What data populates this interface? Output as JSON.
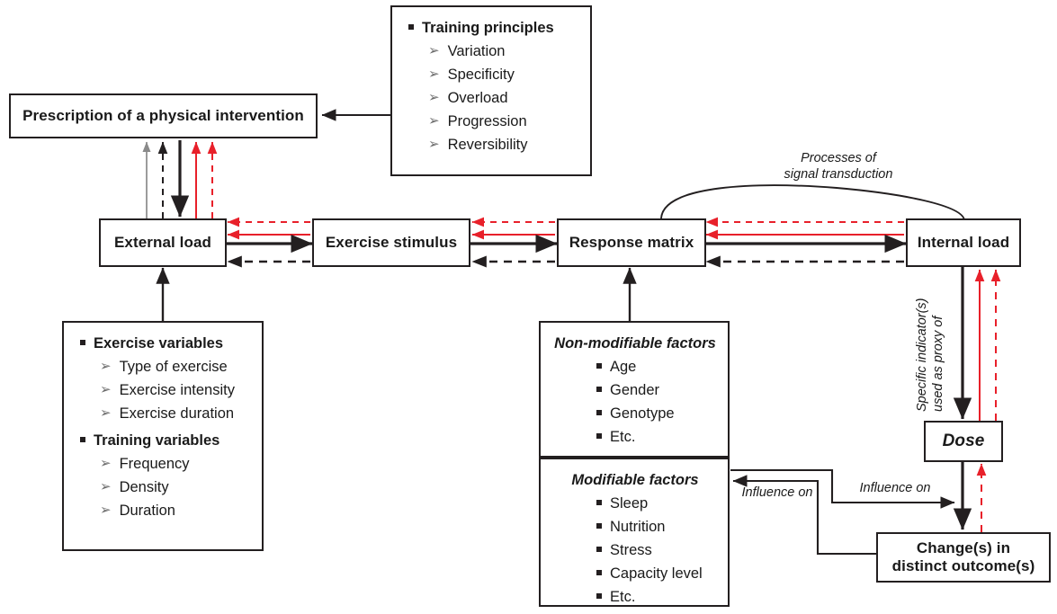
{
  "diagram": {
    "title": "Training load conceptual framework",
    "colors": {
      "black": "#231f20",
      "red": "#e8202a",
      "gray": "#8a8a8a"
    }
  },
  "nodes": {
    "prescription": {
      "label": "Prescription of a physical intervention"
    },
    "external_load": {
      "label": "External load"
    },
    "exercise_stimulus": {
      "label": "Exercise stimulus"
    },
    "response_matrix": {
      "label": "Response matrix"
    },
    "internal_load": {
      "label": "Internal load"
    },
    "dose": {
      "label": "Dose"
    },
    "changes": {
      "label_line1": "Change(s) in",
      "label_line2": "distinct outcome(s)"
    }
  },
  "panels": {
    "training_principles": {
      "heading": "Training principles",
      "items": [
        "Variation",
        "Specificity",
        "Overload",
        "Progression",
        "Reversibility"
      ]
    },
    "variables": {
      "groups": [
        {
          "heading": "Exercise variables",
          "items": [
            "Type of exercise",
            "Exercise intensity",
            "Exercise duration"
          ]
        },
        {
          "heading": "Training variables",
          "items": [
            "Frequency",
            "Density",
            "Duration"
          ]
        }
      ]
    },
    "non_modifiable": {
      "heading": "Non-modifiable factors",
      "items": [
        "Age",
        "Gender",
        "Genotype",
        "Etc."
      ]
    },
    "modifiable": {
      "heading": "Modifiable factors",
      "items": [
        "Sleep",
        "Nutrition",
        "Stress",
        "Capacity level",
        "Etc."
      ]
    }
  },
  "edge_labels": {
    "signal_transduction_line1": "Processes of",
    "signal_transduction_line2": "signal transduction",
    "proxy_line1": "Specific indicator(s)",
    "proxy_line2": "used as proxy of",
    "influence_left": "Influence on",
    "influence_right": "Influence on"
  },
  "glyphs": {
    "square_bullet": "▪",
    "chevron_bullet": "➢"
  }
}
